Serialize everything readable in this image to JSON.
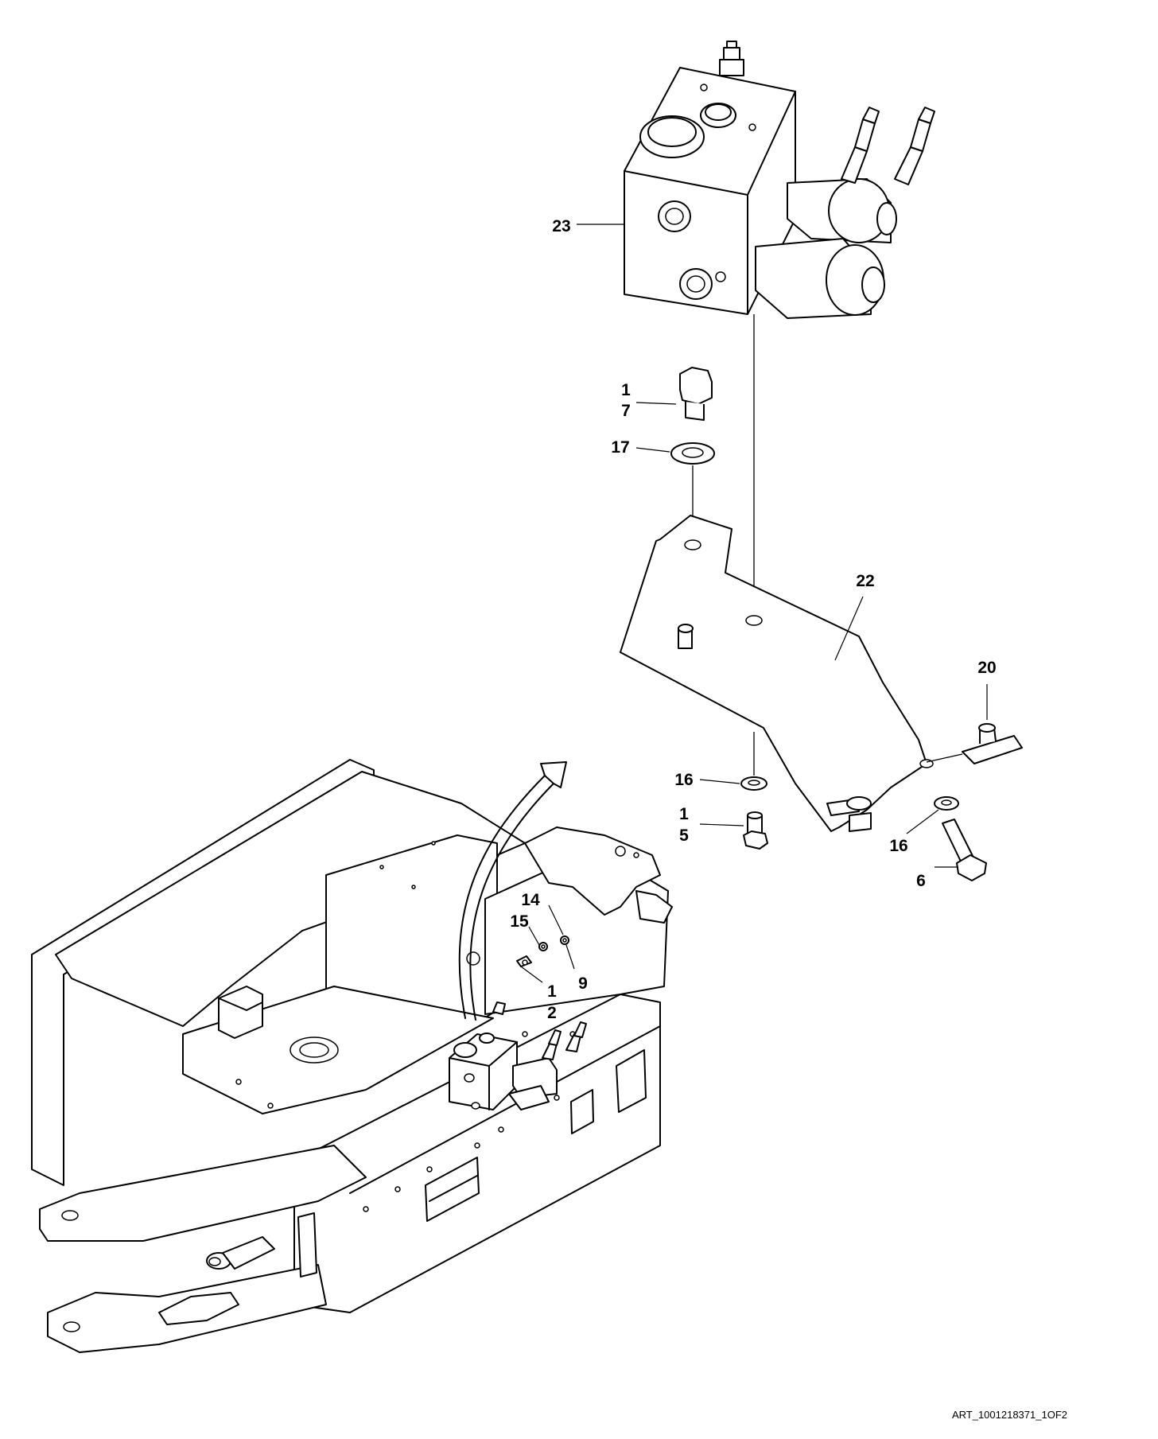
{
  "diagram": {
    "art_reference": "ART_1001218371_1OF2",
    "callouts": [
      {
        "id": "c23",
        "text": "23"
      },
      {
        "id": "c1a",
        "text": "1"
      },
      {
        "id": "c7",
        "text": "7"
      },
      {
        "id": "c17",
        "text": "17"
      },
      {
        "id": "c22",
        "text": "22"
      },
      {
        "id": "c20",
        "text": "20"
      },
      {
        "id": "c16a",
        "text": "16"
      },
      {
        "id": "c1b",
        "text": "1"
      },
      {
        "id": "c5",
        "text": "5"
      },
      {
        "id": "c16b",
        "text": "16"
      },
      {
        "id": "c6",
        "text": "6"
      },
      {
        "id": "c14",
        "text": "14"
      },
      {
        "id": "c15",
        "text": "15"
      },
      {
        "id": "c9",
        "text": "9"
      },
      {
        "id": "c1c",
        "text": "1"
      },
      {
        "id": "c2",
        "text": "2"
      }
    ]
  }
}
